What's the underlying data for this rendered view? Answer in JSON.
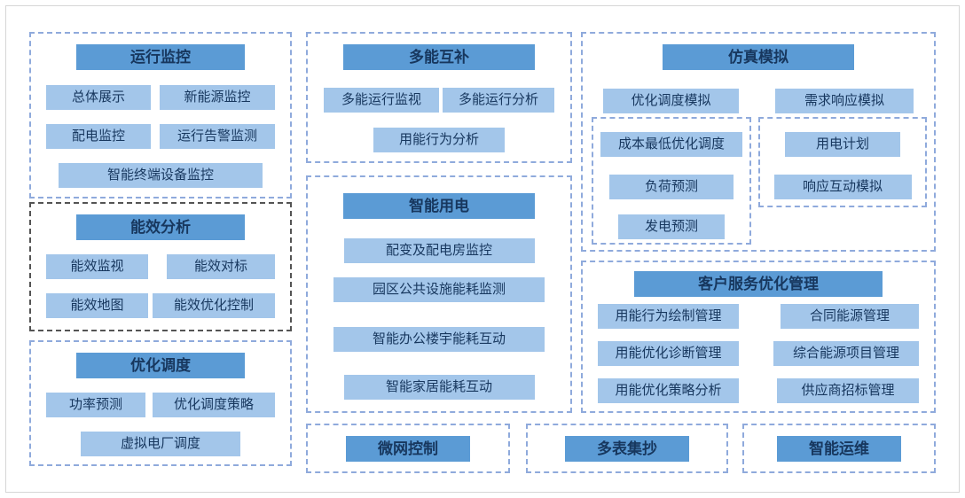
{
  "diagram": {
    "colors": {
      "title_bg": "#5b9bd5",
      "item_bg": "#a3c6ea",
      "text": "#17375e",
      "panel_border": "#8faadc",
      "energy_panel_border": "#545454",
      "frame_border": "#d6d6d6"
    },
    "panels": {
      "operation_monitoring": {
        "title": "运行监控",
        "items": [
          "总体展示",
          "新能源监控",
          "配电监控",
          "运行告警监测",
          "智能终端设备监控"
        ]
      },
      "energy_efficiency": {
        "title": "能效分析",
        "items": [
          "能效监视",
          "能效对标",
          "能效地图",
          "能效优化控制"
        ]
      },
      "optimization_dispatch": {
        "title": "优化调度",
        "items": [
          "功率预测",
          "优化调度策略",
          "虚拟电厂调度"
        ]
      },
      "multi_energy": {
        "title": "多能互补",
        "items": [
          "多能运行监视",
          "多能运行分析",
          "用能行为分析"
        ]
      },
      "smart_power": {
        "title": "智能用电",
        "items": [
          "配变及配电房监控",
          "园区公共设施能耗监测",
          "智能办公楼宇能耗互动",
          "智能家居能耗互动"
        ]
      },
      "simulation": {
        "title": "仿真模拟",
        "items": [
          "优化调度模拟",
          "需求响应模拟"
        ],
        "sub_left": [
          "成本最低优化调度",
          "负荷预测",
          "发电预测"
        ],
        "sub_right": [
          "用电计划",
          "响应互动模拟"
        ]
      },
      "customer_service": {
        "title": "客户服务优化管理",
        "items": [
          "用能行为绘制管理",
          "合同能源管理",
          "用能优化诊断管理",
          "综合能源项目管理",
          "用能优化策略分析",
          "供应商招标管理"
        ]
      },
      "microgrid": {
        "title": "微网控制"
      },
      "meter_reading": {
        "title": "多表集抄"
      },
      "smart_om": {
        "title": "智能运维"
      }
    }
  }
}
